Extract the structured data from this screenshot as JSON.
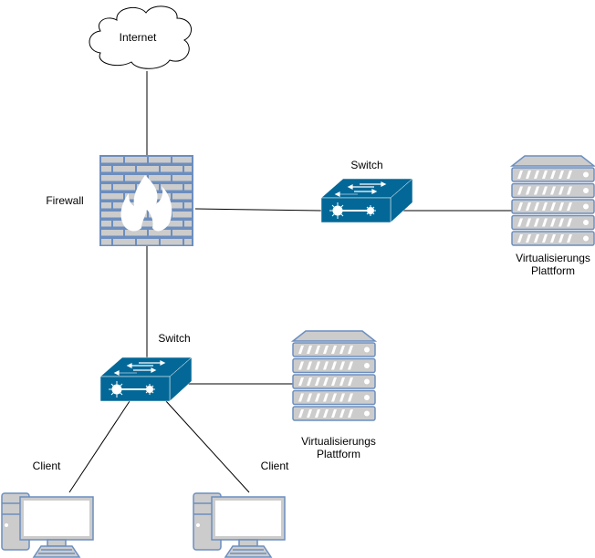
{
  "diagram": {
    "nodes": {
      "internet": {
        "label": "Internet",
        "type": "cloud"
      },
      "firewall": {
        "label": "Firewall",
        "type": "firewall"
      },
      "switch_top": {
        "label": "Switch",
        "type": "switch"
      },
      "server_top": {
        "label_line1": "Virtualisierungs",
        "label_line2": "Plattform",
        "type": "server-rack"
      },
      "switch_bottom": {
        "label": "Switch",
        "type": "switch"
      },
      "server_bottom": {
        "label_line1": "Virtualisierungs",
        "label_line2": "Plattform",
        "type": "server-rack"
      },
      "client_left": {
        "label": "Client",
        "type": "workstation"
      },
      "client_right": {
        "label": "Client",
        "type": "workstation"
      }
    },
    "edges": [
      {
        "from": "internet",
        "to": "firewall"
      },
      {
        "from": "firewall",
        "to": "switch_top"
      },
      {
        "from": "switch_top",
        "to": "server_top"
      },
      {
        "from": "firewall",
        "to": "switch_bottom"
      },
      {
        "from": "switch_bottom",
        "to": "server_bottom"
      },
      {
        "from": "switch_bottom",
        "to": "client_left"
      },
      {
        "from": "switch_bottom",
        "to": "client_right"
      }
    ],
    "colors": {
      "device_stroke": "#6c8ebf",
      "device_fill": "#cccccc",
      "switch_fill": "#036897",
      "edge": "#000000"
    }
  }
}
